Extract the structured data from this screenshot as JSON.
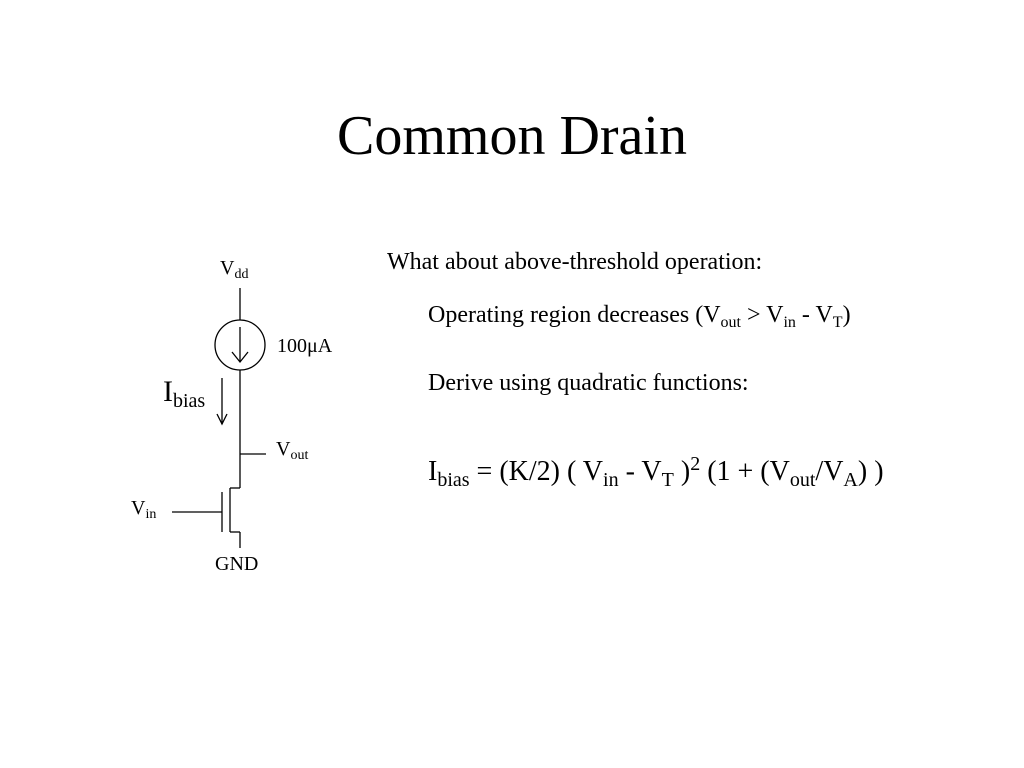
{
  "slide": {
    "title": "Common Drain"
  },
  "circuit": {
    "vdd": {
      "main": "V",
      "sub": "dd"
    },
    "current_value": "100μA",
    "ibias": {
      "main": "I",
      "sub": "bias"
    },
    "vout": {
      "main": "V",
      "sub": "out"
    },
    "vin": {
      "main": "V",
      "sub": "in"
    },
    "gnd": "GND"
  },
  "text": {
    "heading": "What about above-threshold operation:",
    "line1": {
      "prefix": "Operating region decreases  (V",
      "s1": "out",
      "m1": " > V",
      "s2": "in",
      "m2": " - V",
      "s3": "T",
      "end": ")"
    },
    "line2": "Derive using quadratic functions:",
    "equation": {
      "p1": "I",
      "s1": "bias",
      "p2": " = (K/2) ( V",
      "s2": "in",
      "p3": " - V",
      "s3": "T",
      "p4": " )",
      "sup1": "2",
      "p5": " (1 + (V",
      "s4": "out",
      "p6": "/V",
      "s5": "A",
      "p7": ") )"
    }
  }
}
